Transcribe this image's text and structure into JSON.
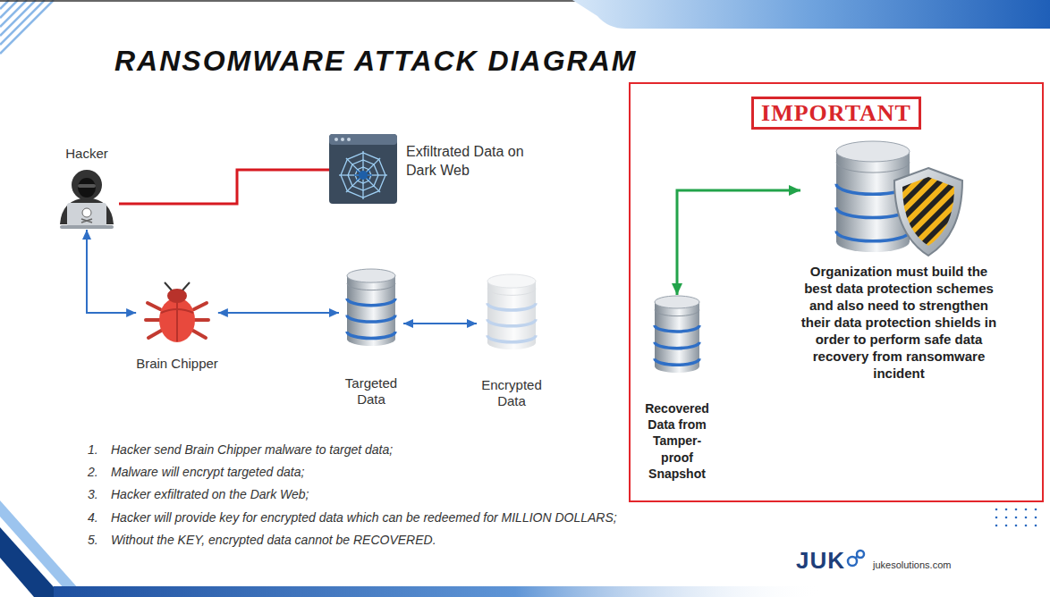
{
  "diagram": {
    "title": "RANSOMWARE ATTACK DIAGRAM",
    "nodes": [
      {
        "text": [
          "Hacker"
        ]
      },
      {
        "text": [
          "Exfiltrated Data on Dark Web"
        ]
      },
      {
        "text": [
          "Brain Chipper"
        ]
      },
      {
        "text": [
          "Targeted Data"
        ]
      },
      {
        "text": [
          "Encrypted Data"
        ]
      },
      {
        "text": [
          "IMPORTANT"
        ]
      },
      {
        "text": [
          "Recovered Data from Tamper-proof Snapshot"
        ],
        "in": 5
      },
      {
        "text": [
          "Organization must build the best data protection schemes and also need to strengthen their data protection shields in order to perform safe data recovery from ransomware incident"
        ],
        "in": 5
      }
    ],
    "edges": [
      {
        "from": 0,
        "to": 1,
        "arrow": "none"
      },
      {
        "from": 0,
        "to": 2,
        "arrow": "both"
      },
      {
        "from": 2,
        "to": 3,
        "arrow": "both"
      },
      {
        "from": 3,
        "to": 4,
        "arrow": "both"
      },
      {
        "from": 6,
        "to": 7,
        "arrow": "both"
      }
    ],
    "labels": [
      "1.",
      "Hacker send Brain Chipper malware to target data;",
      "2.",
      "Malware will encrypt targeted data;",
      "3.",
      "Hacker exfiltrated on the Dark Web;",
      "4.",
      "Hacker will provide key for encrypted data which can be redeemed for MILLION DOLLARS;",
      "5.",
      "Without the KEY, encrypted data cannot be RECOVERED.",
      "JUK",
      "jukesolutions.com"
    ]
  }
}
